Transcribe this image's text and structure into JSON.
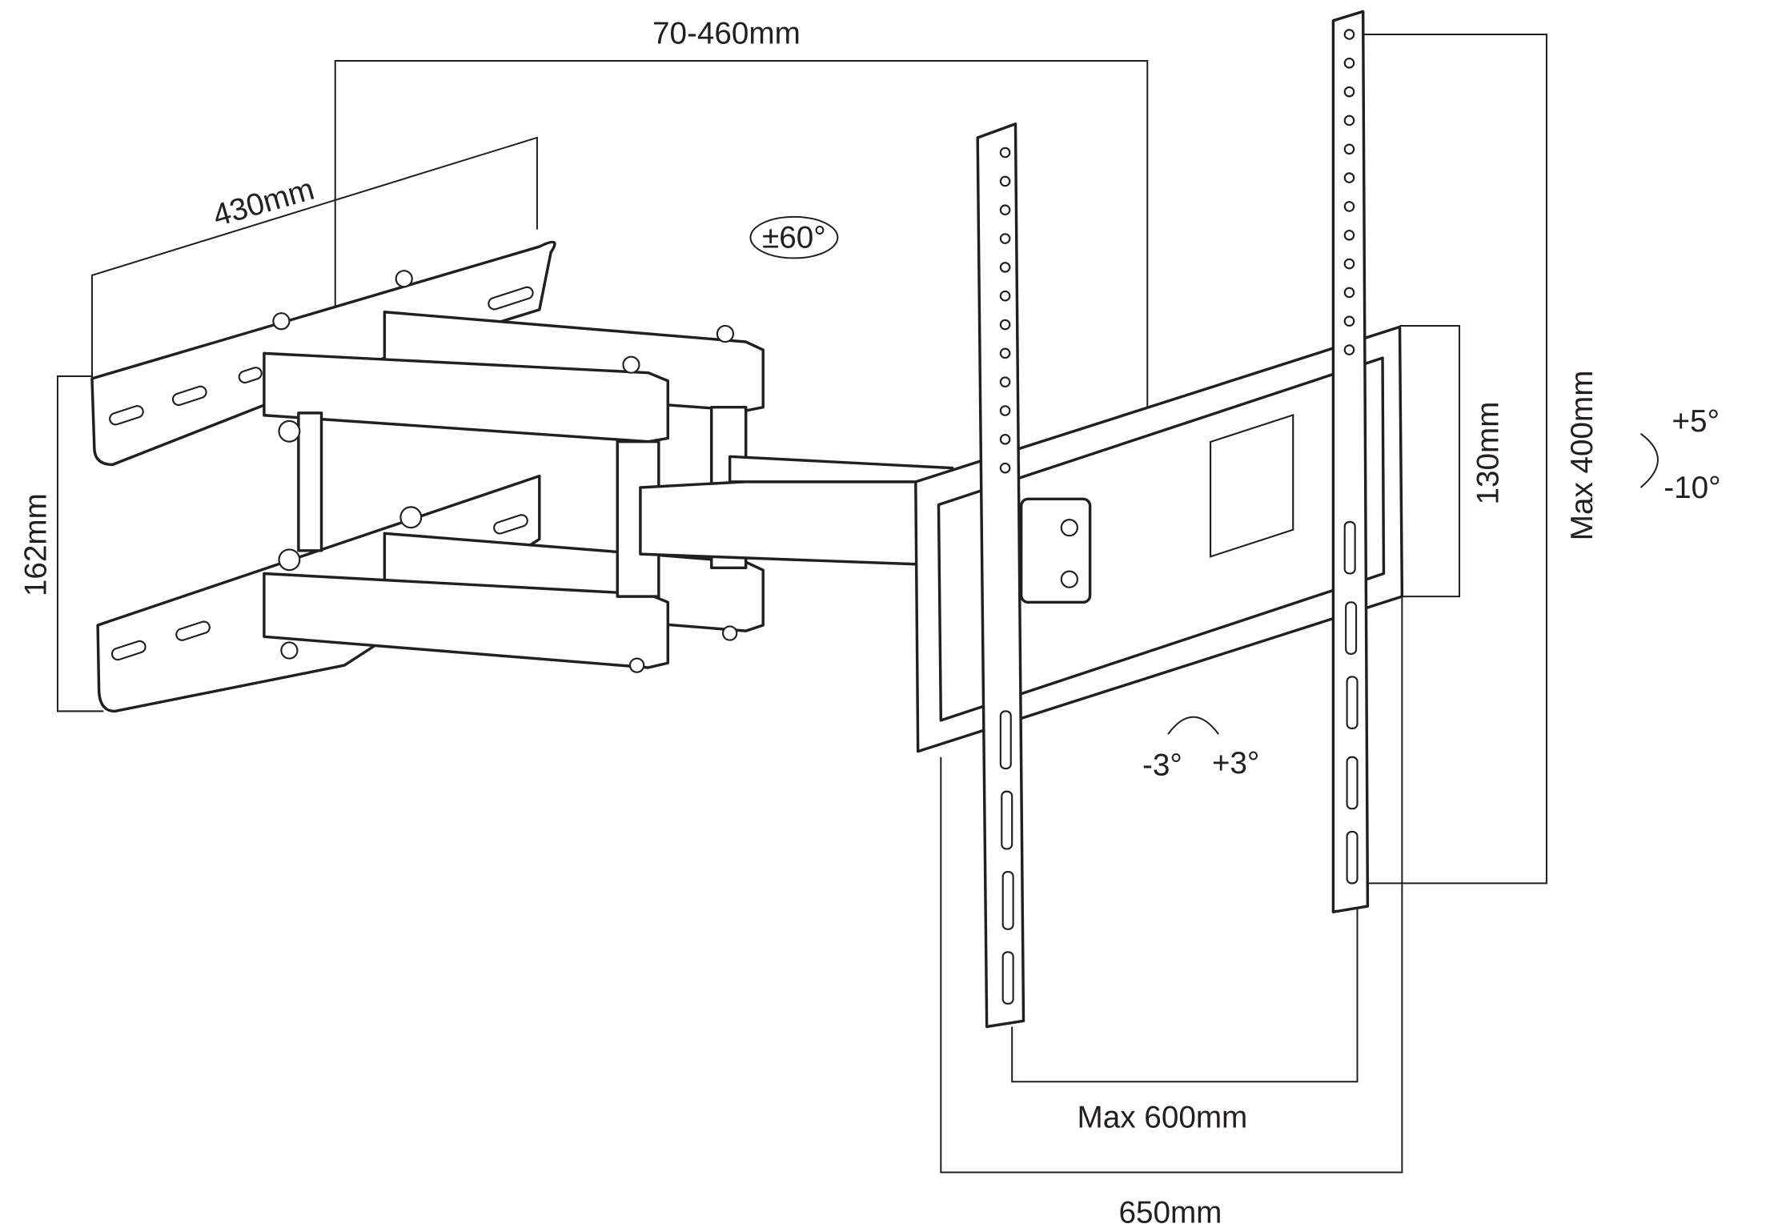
{
  "diagram": {
    "dimensions": {
      "extension": "70-460mm",
      "arm_width": "430mm",
      "wall_plate_height": "162mm",
      "adapter_height": "130mm",
      "max_vertical_vesa": "Max 400mm",
      "max_horizontal_vesa": "Max 600mm",
      "bracket_width": "650mm"
    },
    "angles": {
      "swivel": "±60°",
      "tilt_up": "+5°",
      "tilt_down": "-10°",
      "rotate_left": "-3°",
      "rotate_right": "+3°"
    },
    "colors": {
      "line": "#231f20",
      "background": "#ffffff"
    }
  }
}
